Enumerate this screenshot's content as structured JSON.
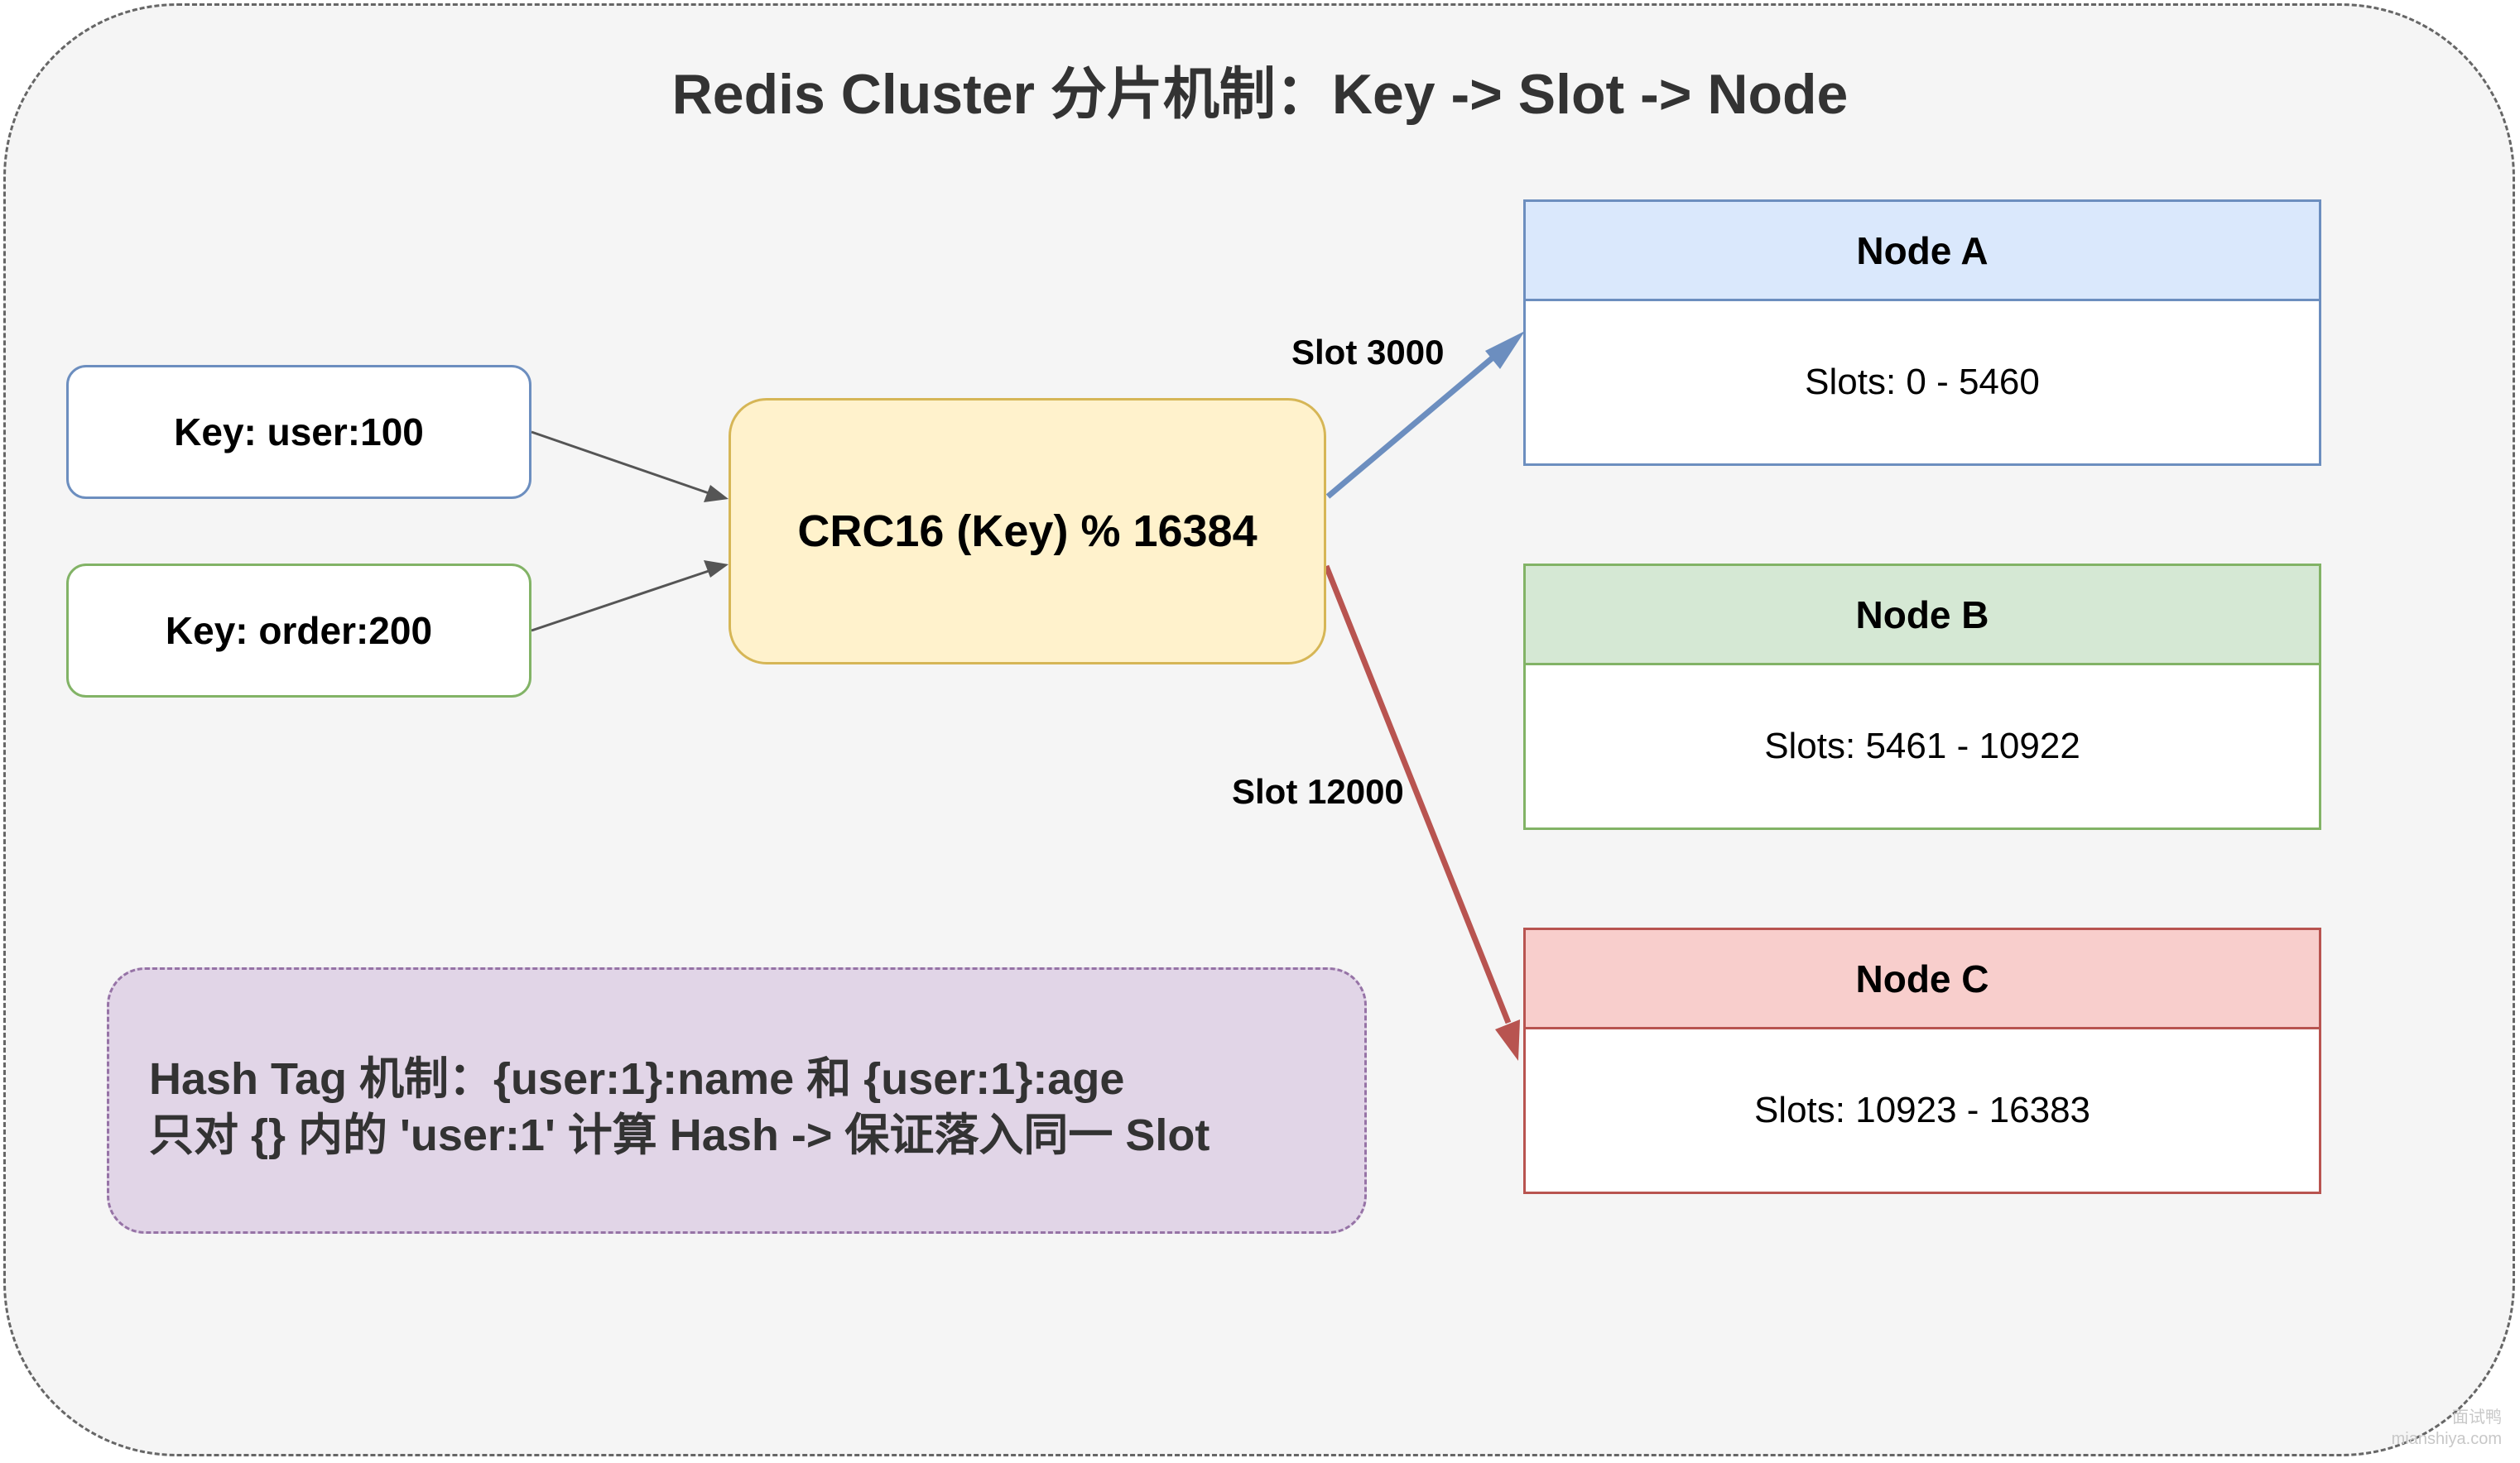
{
  "title": "Redis Cluster 分片机制：Key -> Slot -> Node",
  "keys": [
    {
      "label": "Key: user:100"
    },
    {
      "label": "Key: order:200"
    }
  ],
  "hash_function": "CRC16 (Key) % 16384",
  "nodes": [
    {
      "name": "Node A",
      "slots": "Slots: 0 - 5460"
    },
    {
      "name": "Node B",
      "slots": "Slots: 5461 - 10922"
    },
    {
      "name": "Node C",
      "slots": "Slots: 10923 - 16383"
    }
  ],
  "edges": [
    {
      "label": "Slot 3000",
      "color": "#6c8ebf"
    },
    {
      "label": "Slot 12000",
      "color": "#b85450"
    }
  ],
  "hash_tag_note": {
    "line1": "Hash Tag 机制：{user:1}:name 和 {user:1}:age",
    "line2": "只对 {} 内的 'user:1' 计算 Hash -> 保证落入同一 Slot"
  },
  "watermark": {
    "line1": "面试鸭",
    "line2": "mianshiya.com"
  },
  "colors": {
    "background": "#f5f5f5",
    "blue_border": "#6c8ebf",
    "blue_fill": "#dae8fc",
    "green_border": "#82b366",
    "green_fill": "#d5e8d4",
    "red_border": "#b85450",
    "red_fill": "#f8cecc",
    "yellow_fill": "#fff2cc",
    "yellow_border": "#d6b656",
    "purple_fill": "#e1d5e7",
    "purple_border": "#9673a6"
  }
}
